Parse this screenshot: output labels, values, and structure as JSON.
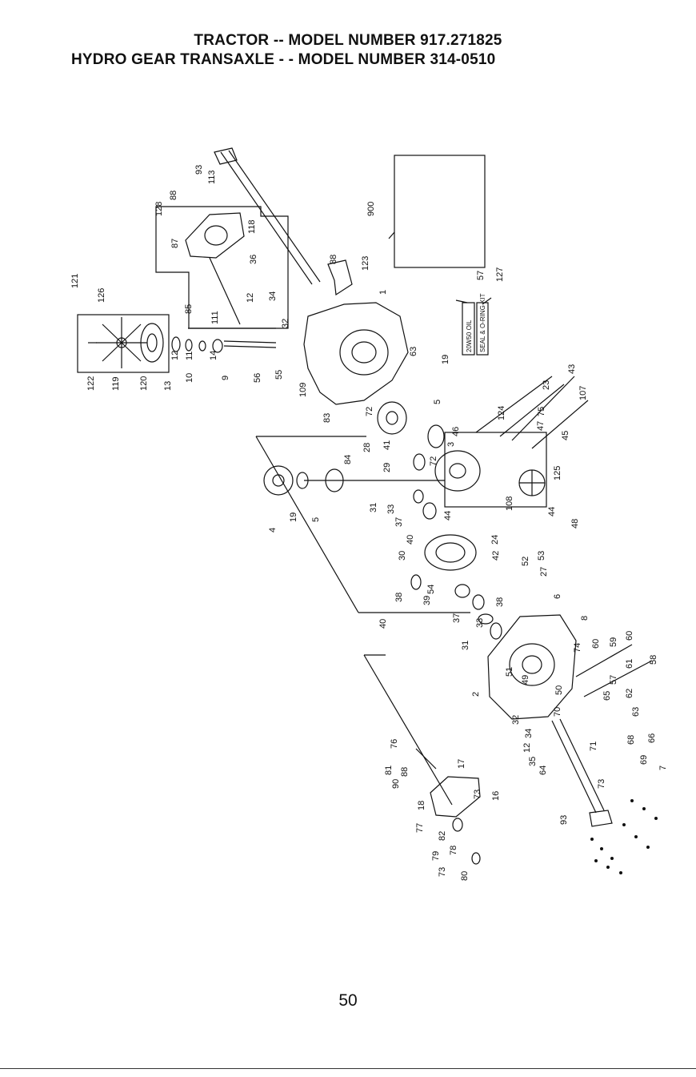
{
  "header": {
    "title_line1": "TRACTOR -- MODEL NUMBER 917.271825",
    "title_line2": "HYDRO GEAR TRANSAXLE - - MODEL NUMBER 314-0510"
  },
  "footer": {
    "page_number": "50"
  },
  "diagram": {
    "oil_label": "20W50 OIL",
    "seal_kit_label": "SEAL & O-RING KIT",
    "part_numbers": [
      "121",
      "126",
      "122",
      "119",
      "120",
      "13",
      "12",
      "11",
      "10",
      "14",
      "9",
      "111",
      "85",
      "128",
      "88",
      "113",
      "93",
      "87",
      "118",
      "36",
      "12",
      "34",
      "32",
      "56",
      "55",
      "109",
      "83",
      "1",
      "123",
      "88",
      "63",
      "19",
      "900",
      "57",
      "127",
      "72",
      "28",
      "84",
      "41",
      "29",
      "5",
      "4",
      "19",
      "5",
      "31",
      "33",
      "37",
      "40",
      "30",
      "38",
      "39",
      "54",
      "38",
      "37",
      "40",
      "31",
      "33",
      "46",
      "3",
      "72",
      "44",
      "108",
      "24",
      "42",
      "53",
      "52",
      "27",
      "6",
      "48",
      "44",
      "124",
      "23",
      "75",
      "47",
      "43",
      "107",
      "45",
      "125",
      "8",
      "74",
      "60",
      "59",
      "60",
      "61",
      "58",
      "57",
      "65",
      "62",
      "63",
      "68",
      "66",
      "69",
      "7",
      "73",
      "2",
      "51",
      "49",
      "50",
      "70",
      "32",
      "34",
      "12",
      "35",
      "64",
      "71",
      "76",
      "81",
      "88",
      "90",
      "17",
      "18",
      "16",
      "73",
      "77",
      "82",
      "79",
      "78",
      "73",
      "80",
      "93"
    ]
  }
}
